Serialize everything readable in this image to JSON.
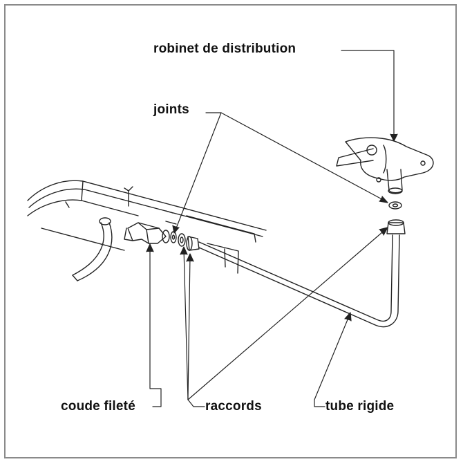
{
  "labels": {
    "dispensing_valve": "robinet de distribution",
    "seals": "joints",
    "threaded_elbow": "coude fileté",
    "fittings": "raccords",
    "rigid_tube": "tube rigide"
  },
  "colors": {
    "ink": "#222222",
    "frame": "#8a8a8a",
    "background": "#ffffff"
  }
}
